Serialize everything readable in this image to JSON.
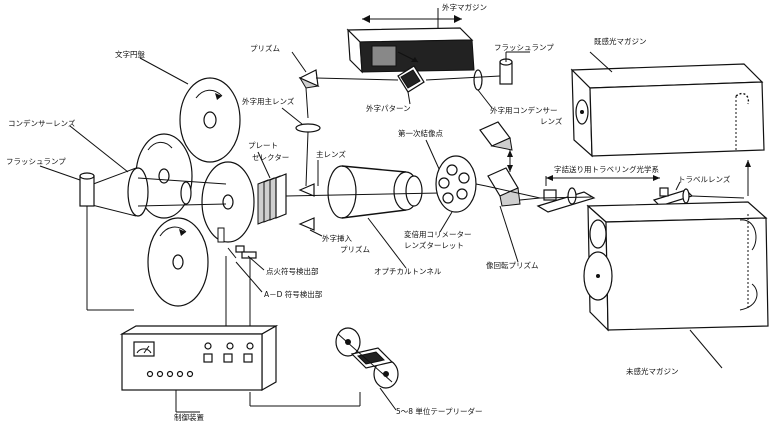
{
  "labels": {
    "external_char_magazine": "外字マガジン",
    "flash_lamp_top": "フラッシュランプ",
    "exposed_magazine": "既感光マガジン",
    "char_disc": "文字円盤",
    "prism": "プリズム",
    "external_main_lens": "外字用主レンズ",
    "external_pattern": "外字パターン",
    "external_condenser": "外字用コンデンサー",
    "external_condenser_lens": "レンズ",
    "condenser_lens": "コンデンサーレンズ",
    "first_image_point": "第一次結像点",
    "plate": "プレート",
    "selector": "セレクター",
    "main_lens": "主レンズ",
    "flash_lamp_left": "フラッシュランプ",
    "char_feed_optics": "字詰送り用トラベリング光学系",
    "traveling_lens": "トラベルレンズ",
    "external_insert": "外字挿入",
    "external_insert_prism": "プリズム",
    "variable_collimator": "変倍用コリメーター",
    "lens_turret": "レンズターレット",
    "optical_tunnel": "オプチカルトンネル",
    "image_rotation_prism": "像回転プリズム",
    "ignition_detector": "点火符号検出部",
    "ad_detector": "A－D 符号検出部",
    "unexposed_magazine": "未感光マガジン",
    "control_unit": "制御装置",
    "tape_reader": "5～8 単位テープリーダー"
  }
}
